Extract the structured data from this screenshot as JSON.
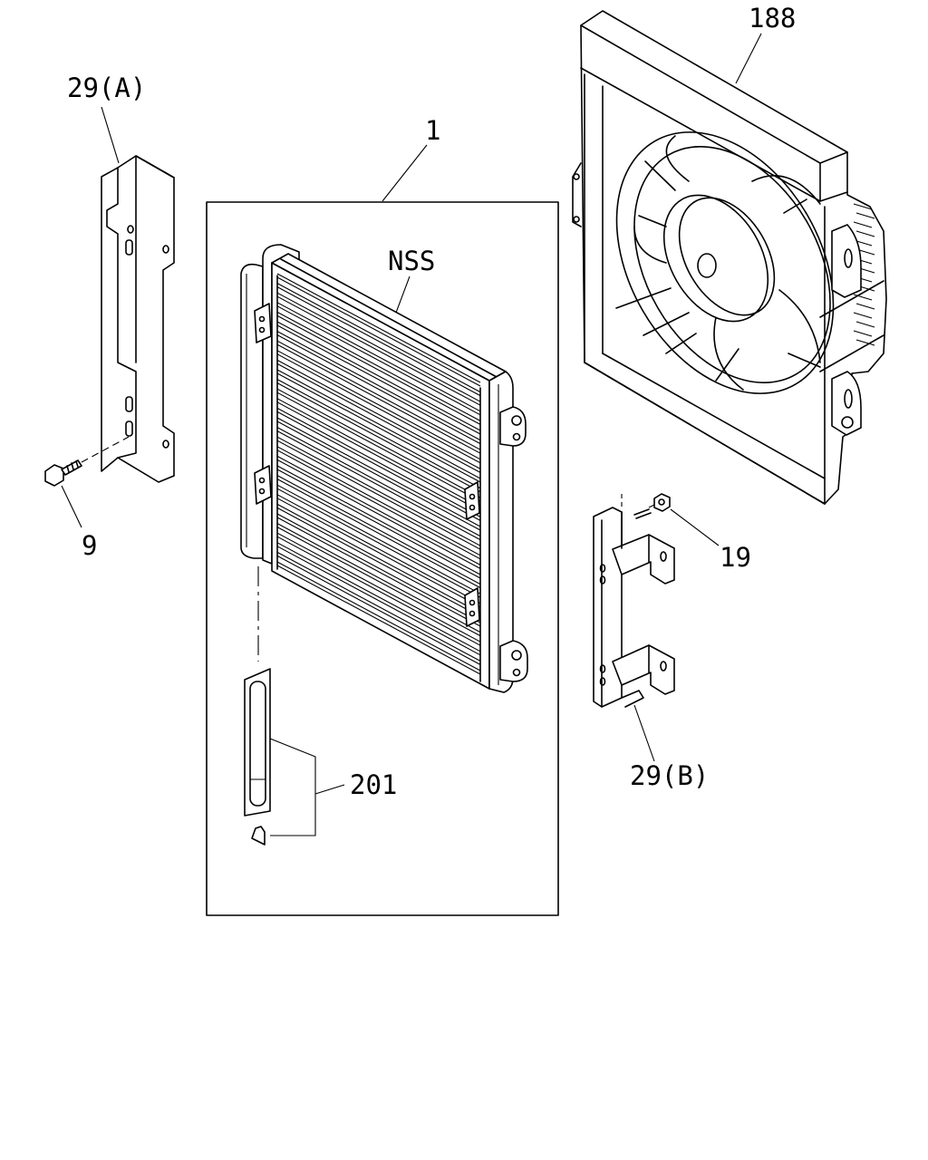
{
  "labels": {
    "radiator_assembly": "1",
    "fan_shroud": "188",
    "bracket_a": "29(A)",
    "bracket_b": "29(B)",
    "bolt": "9",
    "nut": "19",
    "nss": "NSS",
    "dryer_kit": "201"
  },
  "colors": {
    "line": "#000000",
    "background": "#ffffff"
  }
}
